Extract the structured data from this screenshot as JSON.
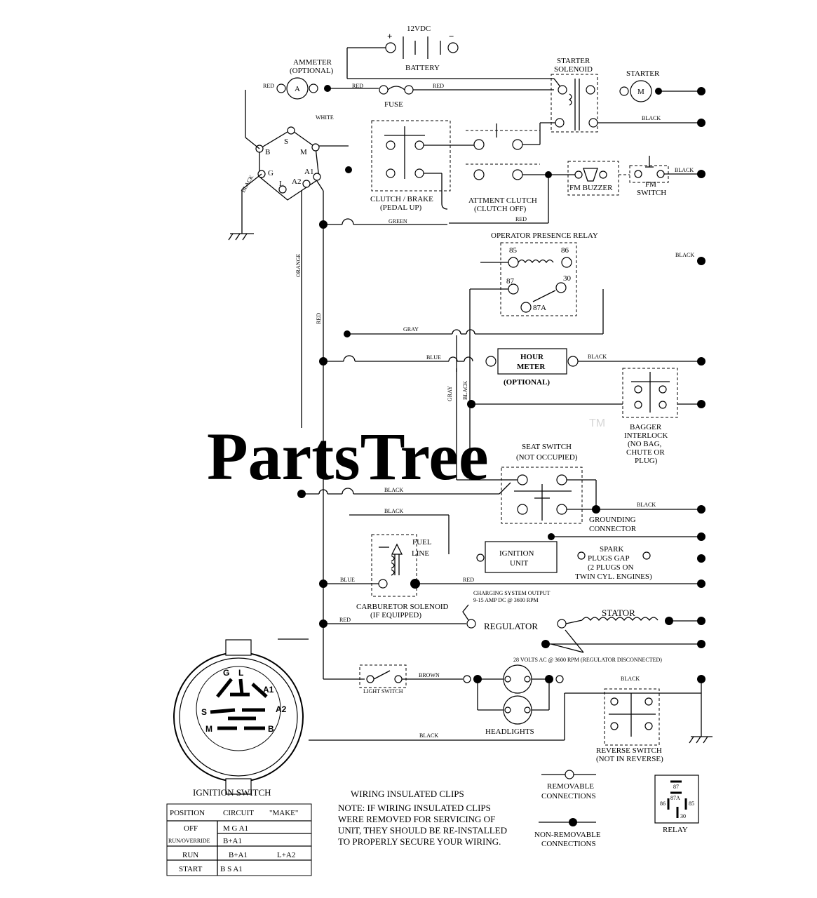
{
  "components": {
    "battery": {
      "voltage": "12VDC",
      "label": "BATTERY",
      "pos": "+",
      "neg": "−"
    },
    "ammeter": {
      "line1": "AMMETER",
      "line2": "(OPTIONAL)",
      "symbol": "A"
    },
    "fuse": "FUSE",
    "starter_solenoid": {
      "line1": "STARTER",
      "line2": "SOLENOID"
    },
    "starter": {
      "label": "STARTER",
      "symbol": "M"
    },
    "clutch_brake": {
      "line1": "CLUTCH / BRAKE",
      "line2": "(PEDAL UP)"
    },
    "attachment_clutch": {
      "line1": "ATTMENT CLUTCH",
      "line2": "(CLUTCH OFF)"
    },
    "fm_buzzer": "FM BUZZER",
    "fm_switch": {
      "line1": "FM",
      "line2": "SWITCH"
    },
    "operator_presence_relay": {
      "title": "OPERATOR PRESENCE RELAY",
      "p85": "85",
      "p86": "86",
      "p87": "87",
      "p30": "30",
      "p87a": "87A"
    },
    "hour_meter": {
      "line1": "HOUR",
      "line2": "METER",
      "line3": "(OPTIONAL)"
    },
    "bagger_interlock": {
      "line1": "BAGGER",
      "line2": "INTERLOCK",
      "line3": "(NO BAG,",
      "line4": "CHUTE OR",
      "line5": "PLUG)"
    },
    "seat_switch": {
      "line1": "SEAT SWITCH",
      "line2": "(NOT OCCUPIED)"
    },
    "grounding_connector": {
      "line1": "GROUNDING",
      "line2": "CONNECTOR"
    },
    "ignition_unit": {
      "line1": "IGNITION",
      "line2": "UNIT"
    },
    "spark_plugs": {
      "line1": "SPARK",
      "line2": "PLUGS GAP",
      "line3": "(2 PLUGS ON",
      "line4": "TWIN CYL. ENGINES)"
    },
    "fuel_line": {
      "line1": "FUEL",
      "line2": "LINE"
    },
    "carburetor_solenoid": {
      "line1": "CARBURETOR SOLENOID",
      "line2": "(IF EQUIPPED)"
    },
    "charging_note": {
      "line1": "CHARGING SYSTEM OUTPUT",
      "line2": "9-15 AMP DC @ 3600 RPM"
    },
    "regulator": "REGULATOR",
    "stator": "STATOR",
    "volts_note": "28 VOLTS AC @ 3600 RPM (REGULATOR DISCONNECTED)",
    "light_switch": "LIGHT SWITCH",
    "headlights": "HEADLIGHTS",
    "reverse_switch": {
      "line1": "REVERSE SWITCH",
      "line2": "(NOT IN REVERSE)"
    },
    "ignition_switch": {
      "title": "IGNITION SWITCH",
      "g": "G",
      "l": "L",
      "a1": "A1",
      "a2": "A2",
      "s": "S",
      "m": "M",
      "b": "B"
    },
    "switch_terms": {
      "s": "S",
      "b": "B",
      "m": "M",
      "g": "G",
      "a1": "A1",
      "a2": "A2",
      "l": "L"
    }
  },
  "wires": {
    "red": "RED",
    "white": "WHITE",
    "black": "BLACK",
    "green": "GREEN",
    "orange": "ORANGE",
    "gray": "GRAY",
    "blue": "BLUE",
    "brown": "BROWN"
  },
  "ignition_table": {
    "headers": [
      "POSITION",
      "CIRCUIT",
      "\"MAKE\""
    ],
    "rows": [
      [
        "OFF",
        "M G A1",
        ""
      ],
      [
        "RUN/OVERRIDE",
        "B+A1",
        ""
      ],
      [
        "RUN",
        "B+A1",
        "L+A2"
      ],
      [
        "START",
        "B S A1",
        ""
      ]
    ]
  },
  "notes": {
    "clips_title": "WIRING INSULATED CLIPS",
    "clips_lines": [
      "NOTE: IF WIRING INSULATED CLIPS",
      "WERE REMOVED FOR SERVICING OF",
      "UNIT, THEY SHOULD BE RE-INSTALLED",
      "TO PROPERLY SECURE YOUR WIRING."
    ]
  },
  "legend": {
    "removable": {
      "line1": "REMOVABLE",
      "line2": "CONNECTIONS"
    },
    "non_removable": {
      "line1": "NON-REMOVABLE",
      "line2": "CONNECTIONS"
    },
    "relay": {
      "label": "RELAY",
      "p87": "87",
      "p87a": "87A",
      "p86": "86",
      "p85": "85",
      "p30": "30"
    }
  }
}
